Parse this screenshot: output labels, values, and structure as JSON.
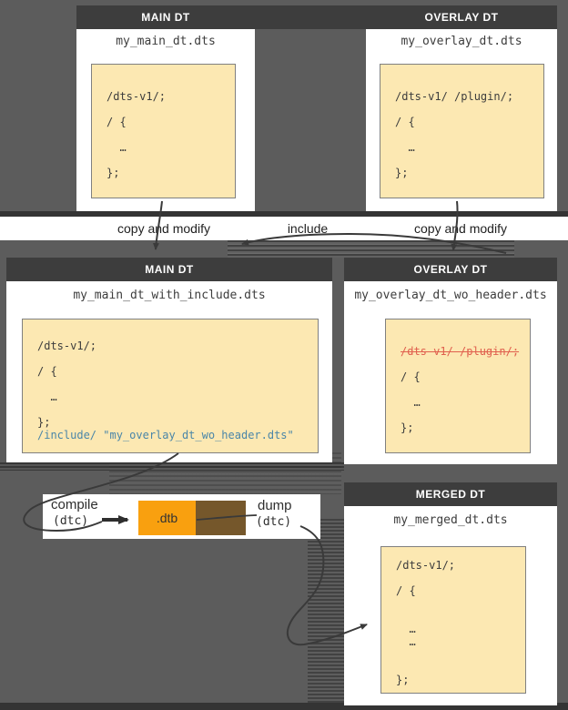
{
  "colors": {
    "background": "#5c5c5c",
    "header_bar": "#3d3d3d",
    "panel": "#ffffff",
    "code_background": "#fce8b2",
    "code_text": "#3d3d3d",
    "include_blue": "#4a86a8",
    "struck_red": "#e0604e",
    "dtb_orange": "#f9a00f",
    "shadow_brown": "#75572b",
    "arrow": "#3a3a3a"
  },
  "boxes": {
    "main_top": {
      "header": "MAIN DT",
      "file": "my_main_dt.dts",
      "code": [
        {
          "t": "/dts-v1/;"
        },
        {
          "t": ""
        },
        {
          "t": "/ {"
        },
        {
          "t": ""
        },
        {
          "t": "  …"
        },
        {
          "t": ""
        },
        {
          "t": "};"
        }
      ]
    },
    "overlay_top": {
      "header": "OVERLAY DT",
      "file": "my_overlay_dt.dts",
      "code": [
        {
          "t": "/dts-v1/ /plugin/;"
        },
        {
          "t": ""
        },
        {
          "t": "/ {"
        },
        {
          "t": ""
        },
        {
          "t": "  …"
        },
        {
          "t": ""
        },
        {
          "t": "};"
        }
      ]
    },
    "main_include": {
      "header": "MAIN DT",
      "file": "my_main_dt_with_include.dts",
      "code": [
        {
          "t": "/dts-v1/;"
        },
        {
          "t": ""
        },
        {
          "t": "/ {"
        },
        {
          "t": ""
        },
        {
          "t": "  …"
        },
        {
          "t": ""
        },
        {
          "t": "};"
        },
        {
          "t": "/include/ \"my_overlay_dt_wo_header.dts\"",
          "c": "include"
        }
      ]
    },
    "overlay_wo_header": {
      "header": "OVERLAY DT",
      "file": "my_overlay_dt_wo_header.dts",
      "code": [
        {
          "t": "/dts-v1/ /plugin/;",
          "c": "struck"
        },
        {
          "t": ""
        },
        {
          "t": "/ {"
        },
        {
          "t": ""
        },
        {
          "t": "  …"
        },
        {
          "t": ""
        },
        {
          "t": "};"
        }
      ]
    },
    "merged": {
      "header": "MERGED DT",
      "file": "my_merged_dt.dts",
      "code": [
        {
          "t": "/dts-v1/;"
        },
        {
          "t": ""
        },
        {
          "t": "/ {"
        },
        {
          "t": ""
        },
        {
          "t": ""
        },
        {
          "t": "  …"
        },
        {
          "t": "  …"
        },
        {
          "t": ""
        },
        {
          "t": ""
        },
        {
          "t": "};"
        }
      ]
    }
  },
  "flow_labels": {
    "copy_modify_left": "copy and modify",
    "include": "include",
    "copy_modify_right": "copy and modify"
  },
  "pipeline": {
    "compile_word": "compile",
    "compile_tool": "(dtc)",
    "dtb_label": ".dtb",
    "dump_word": "dump",
    "dump_tool": "(dtc)"
  }
}
